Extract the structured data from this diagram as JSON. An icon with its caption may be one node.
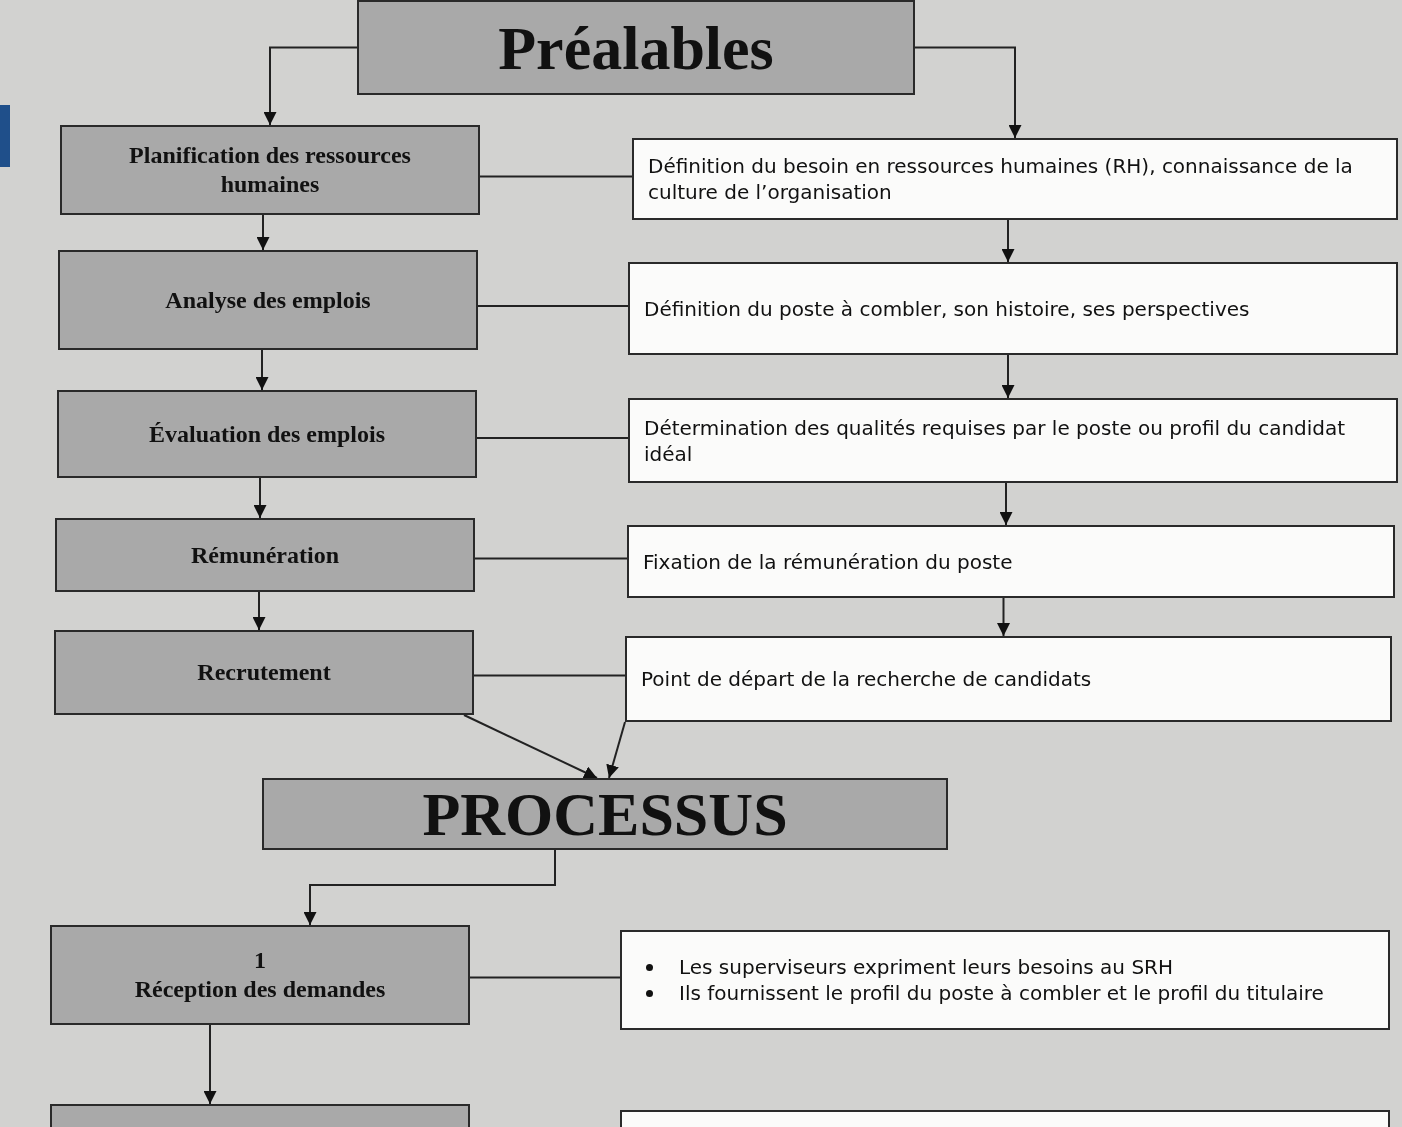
{
  "diagram": {
    "nodes": [
      {
        "text": [
          "Préalables"
        ]
      },
      {
        "text": [
          "Planification des ressources humaines"
        ]
      },
      {
        "text": [
          "Définition du besoin en ressources humaines (RH), connaissance de la culture de l’organisation"
        ]
      },
      {
        "text": [
          "Analyse des emplois"
        ]
      },
      {
        "text": [
          "Définition du poste à combler, son histoire, ses perspectives"
        ]
      },
      {
        "text": [
          "Évaluation des emplois"
        ]
      },
      {
        "text": [
          "Détermination des qualités requises par le poste ou profil du candidat idéal"
        ]
      },
      {
        "text": [
          "Rémunération"
        ]
      },
      {
        "text": [
          "Fixation de la rémunération du poste"
        ]
      },
      {
        "text": [
          "Recrutement"
        ]
      },
      {
        "text": [
          "Point de départ de la recherche de candidats"
        ]
      },
      {
        "text": [
          "PROCESSUS"
        ]
      },
      {
        "text": [
          "1",
          "Réception des demandes"
        ]
      },
      {
        "text": [
          "Les superviseurs expriment leurs besoins au SRH",
          "Ils fournissent le profil du poste à combler et le profil du titulaire"
        ]
      },
      {
        "text": [],
        "shape": "box"
      },
      {
        "text": [],
        "shape": "box"
      }
    ],
    "edges": [
      {
        "from": 0,
        "to": 1,
        "arrow": "to"
      },
      {
        "from": 0,
        "to": 2,
        "arrow": "to"
      },
      {
        "from": 1,
        "to": 2,
        "arrow": "none"
      },
      {
        "from": 1,
        "to": 3,
        "arrow": "to"
      },
      {
        "from": 2,
        "to": 4,
        "arrow": "to"
      },
      {
        "from": 3,
        "to": 4,
        "arrow": "none"
      },
      {
        "from": 3,
        "to": 5,
        "arrow": "to"
      },
      {
        "from": 4,
        "to": 6,
        "arrow": "to"
      },
      {
        "from": 5,
        "to": 6,
        "arrow": "none"
      },
      {
        "from": 5,
        "to": 7,
        "arrow": "to"
      },
      {
        "from": 6,
        "to": 8,
        "arrow": "to"
      },
      {
        "from": 7,
        "to": 8,
        "arrow": "none"
      },
      {
        "from": 7,
        "to": 9,
        "arrow": "to"
      },
      {
        "from": 8,
        "to": 10,
        "arrow": "to"
      },
      {
        "from": 9,
        "to": 10,
        "arrow": "none"
      },
      {
        "from": 9,
        "to": 11,
        "arrow": "to"
      },
      {
        "from": 10,
        "to": 11,
        "arrow": "to"
      },
      {
        "from": 11,
        "to": 12,
        "arrow": "to"
      },
      {
        "from": 12,
        "to": 13,
        "arrow": "none"
      },
      {
        "from": 12,
        "to": 14,
        "arrow": "to"
      }
    ]
  }
}
